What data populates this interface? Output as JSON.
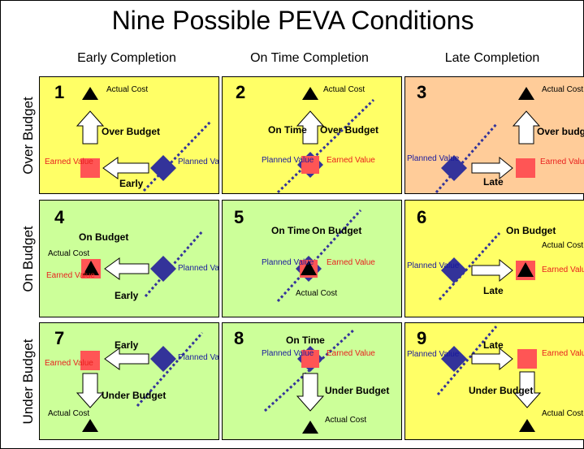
{
  "title": "Nine Possible PEVA Conditions",
  "columns": [
    "Early Completion",
    "On Time Completion",
    "Late Completion"
  ],
  "rows": [
    "Over Budget",
    "On Budget",
    "Under Budget"
  ],
  "colors": {
    "yellow": "#ffff66",
    "green": "#ccff99",
    "orange": "#ffcc99",
    "planned_value": "#33339a",
    "earned_value": "#ff5555",
    "actual_cost": "#000000",
    "dotted_line": "#33339a"
  },
  "labels": {
    "actual_cost": "Actual Cost",
    "earned_value": "Earned Value",
    "planned_value": "Planned Value"
  },
  "cells": [
    {
      "number": "1",
      "schedule": "Early",
      "budget": "Over Budget"
    },
    {
      "number": "2",
      "schedule": "On Time",
      "budget": "Over Budget"
    },
    {
      "number": "3",
      "schedule": "Late",
      "budget": "Over budget"
    },
    {
      "number": "4",
      "schedule": "Early",
      "budget": "On Budget"
    },
    {
      "number": "5",
      "schedule": "On Time",
      "budget": "On Budget"
    },
    {
      "number": "6",
      "schedule": "Late",
      "budget": "On Budget"
    },
    {
      "number": "7",
      "schedule": "Early",
      "budget": "Under Budget"
    },
    {
      "number": "8",
      "schedule": "On Time",
      "budget": "Under Budget"
    },
    {
      "number": "9",
      "schedule": "Late",
      "budget": "Under Budget"
    }
  ]
}
